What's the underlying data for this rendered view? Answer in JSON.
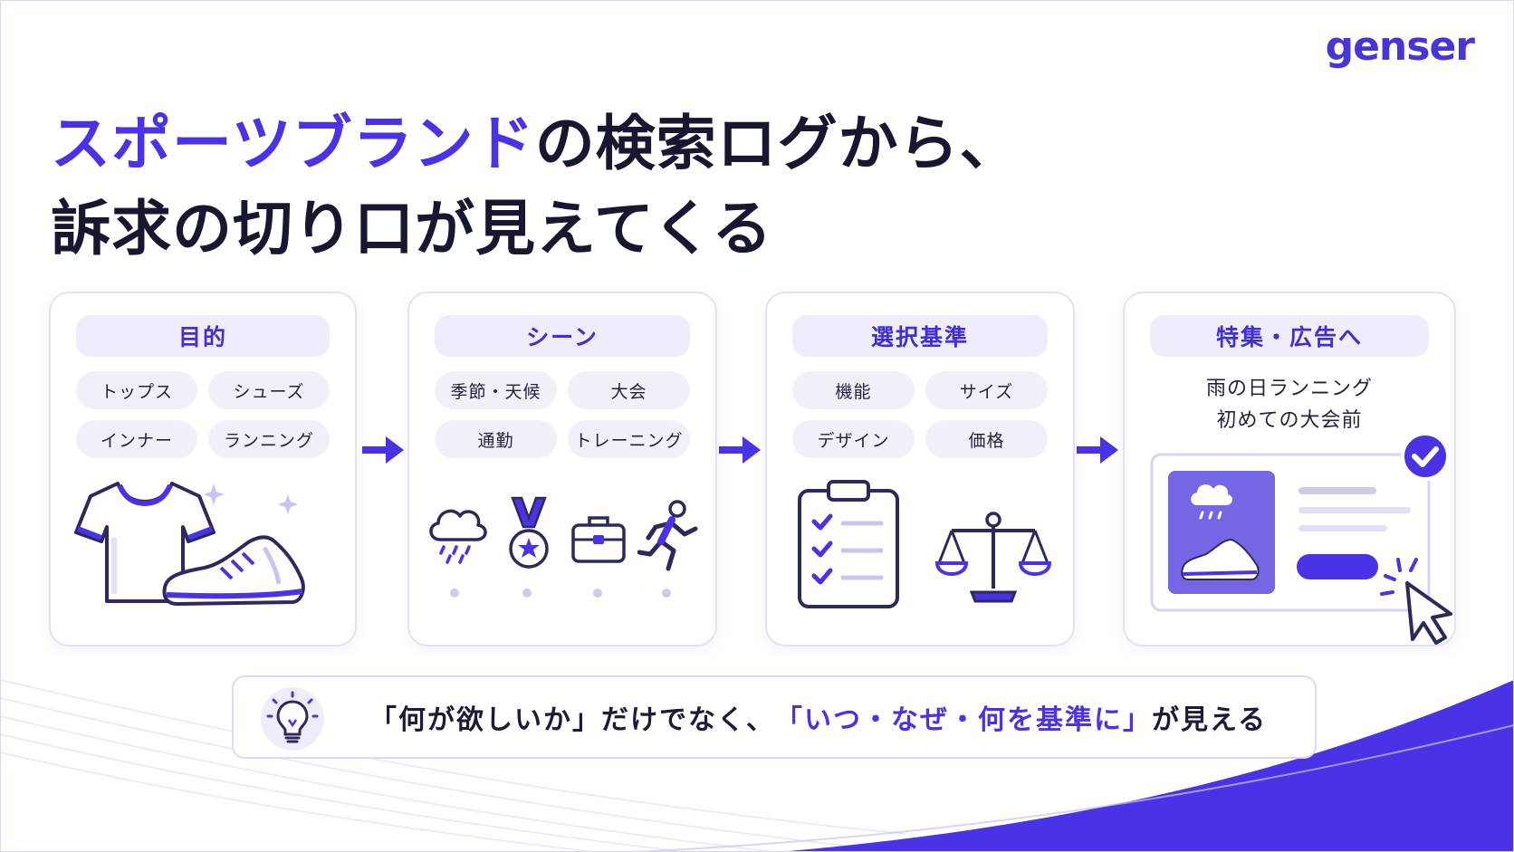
{
  "logo": "genser",
  "headline": {
    "line1_accent": "スポーツブランド",
    "line1_rest": "の検索ログから、",
    "line2": "訴求の切り口が見えてくる"
  },
  "cards": [
    {
      "title": "目的",
      "chips": [
        "トップス",
        "シューズ",
        "インナー",
        "ランニング"
      ]
    },
    {
      "title": "シーン",
      "chips": [
        "季節・天候",
        "大会",
        "通勤",
        "トレーニング"
      ]
    },
    {
      "title": "選択基準",
      "chips": [
        "機能",
        "サイズ",
        "デザイン",
        "価格"
      ]
    },
    {
      "title": "特集・広告へ",
      "lines": [
        "雨の日ランニング",
        "初めての大会前"
      ]
    }
  ],
  "banner": {
    "part1": "「何が欲しいか」だけでなく、",
    "part2_accent": "「いつ・なぜ・何を基準に」",
    "part3": "が見える"
  },
  "icons": {
    "card1": [
      "tshirt-icon",
      "running-shoe-icon",
      "sparkle-icon"
    ],
    "card2": [
      "rain-cloud-icon",
      "medal-icon",
      "briefcase-icon",
      "runner-icon"
    ],
    "card3": [
      "clipboard-checklist-icon",
      "scale-icon"
    ],
    "card4": [
      "ad-card-icon",
      "check-badge-icon",
      "cursor-click-icon"
    ],
    "banner": "lightbulb-icon"
  },
  "colors": {
    "accent": "#4a32e6",
    "text": "#17172f",
    "chip_bg": "#f1f0f9",
    "title_bg": "#efedfb"
  }
}
